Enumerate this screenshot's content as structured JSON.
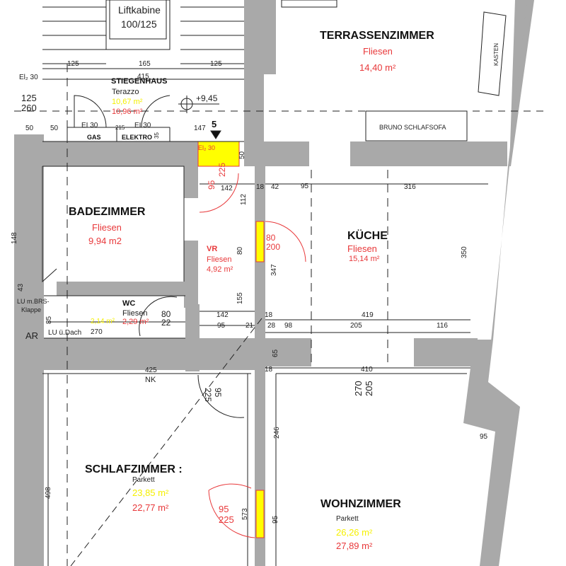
{
  "colors": {
    "wall": "#a9a9a9",
    "door_highlight": "#ffff00",
    "area_new": "#e8383a",
    "area_old": "#f5f000",
    "line": "#222222"
  },
  "lift": {
    "label": "Liftkabine",
    "size": "100/125"
  },
  "stairwell": {
    "name": "STIEGENHAUS",
    "floor": "Terazzo",
    "area_old": "10,67 m²",
    "area_new": "10,96 m²",
    "level": "+9,45",
    "marker": "5",
    "fire_rating": "El₂ 30",
    "door_fire_rating": "El₂ 30",
    "gas": "GAS",
    "elektro": "ELEKTRO",
    "ei_gas": "EI 30",
    "ei_elektro": "EI 30"
  },
  "rooms": {
    "terrassenzimmer": {
      "name": "TERRASSENZIMMER",
      "floor": "Fliesen",
      "area": "14,40 m²"
    },
    "badezimmer": {
      "name": "BADEZIMMER",
      "floor": "Fliesen",
      "area": "9,94 m2"
    },
    "vr": {
      "name": "VR",
      "floor": "Fliesen",
      "area": "4,92 m²"
    },
    "kueche": {
      "name": "KÜCHE",
      "floor": "Fliesen",
      "area": "15,14 m²"
    },
    "wc": {
      "name": "WC",
      "floor": "Fliesen",
      "area_old": "2,14 m²",
      "area_new": "2,29 m²"
    },
    "schlafzimmer": {
      "name": "SCHLAFZIMMER :",
      "floor": "Parkett",
      "area_old": "23,85 m²",
      "area_new": "22,77 m²"
    },
    "wohnzimmer": {
      "name": "WOHNZIMMER",
      "floor": "Parkett",
      "area_old": "26,26 m²",
      "area_new": "27,89 m²"
    }
  },
  "furniture": {
    "sofa": "BRUNO SCHLAFSOFA",
    "kasten": "KASTEN"
  },
  "labels": {
    "lu_brs": "LU m.BRS-",
    "klappe": "Klappe",
    "lu_dach": "LU ü.Dach",
    "ar": "AR",
    "nk": "NK"
  },
  "dimensions": {
    "d125a": "125",
    "d165": "165",
    "d125b": "125",
    "d415": "415",
    "d125c": "125",
    "d260": "260",
    "d50a": "50",
    "d50b": "50",
    "d215": "215",
    "d35": "35",
    "d147": "147",
    "d50c": "50",
    "d142a": "142",
    "d112": "112",
    "d18a": "18",
    "d42": "42",
    "d95a": "95",
    "d316": "316",
    "d80a": "80",
    "d148": "148",
    "d43": "43",
    "d85": "85",
    "d270a": "270",
    "d142b": "142",
    "d95b": "95",
    "d21": "21",
    "d18b": "18",
    "d28": "28",
    "d98": "98",
    "d205a": "205",
    "d116": "116",
    "d419": "419",
    "d155": "155",
    "d347": "347",
    "d350": "350",
    "d65": "65",
    "d18c": "18",
    "d410": "410",
    "d205b": "205",
    "d270b": "270",
    "d425": "425",
    "d246": "246",
    "d573": "573",
    "d95c": "95",
    "d498": "498",
    "d95w": "95"
  },
  "doors": {
    "stair_door_w": "95",
    "stair_door_h": "225",
    "kitchen_door_w": "80",
    "kitchen_door_h": "200",
    "wc_door_w": "80",
    "wc_door_h": "22",
    "bed_door_w": "95",
    "bed_door_h": "225",
    "liv_door_w": "95",
    "liv_door_h": "225"
  }
}
